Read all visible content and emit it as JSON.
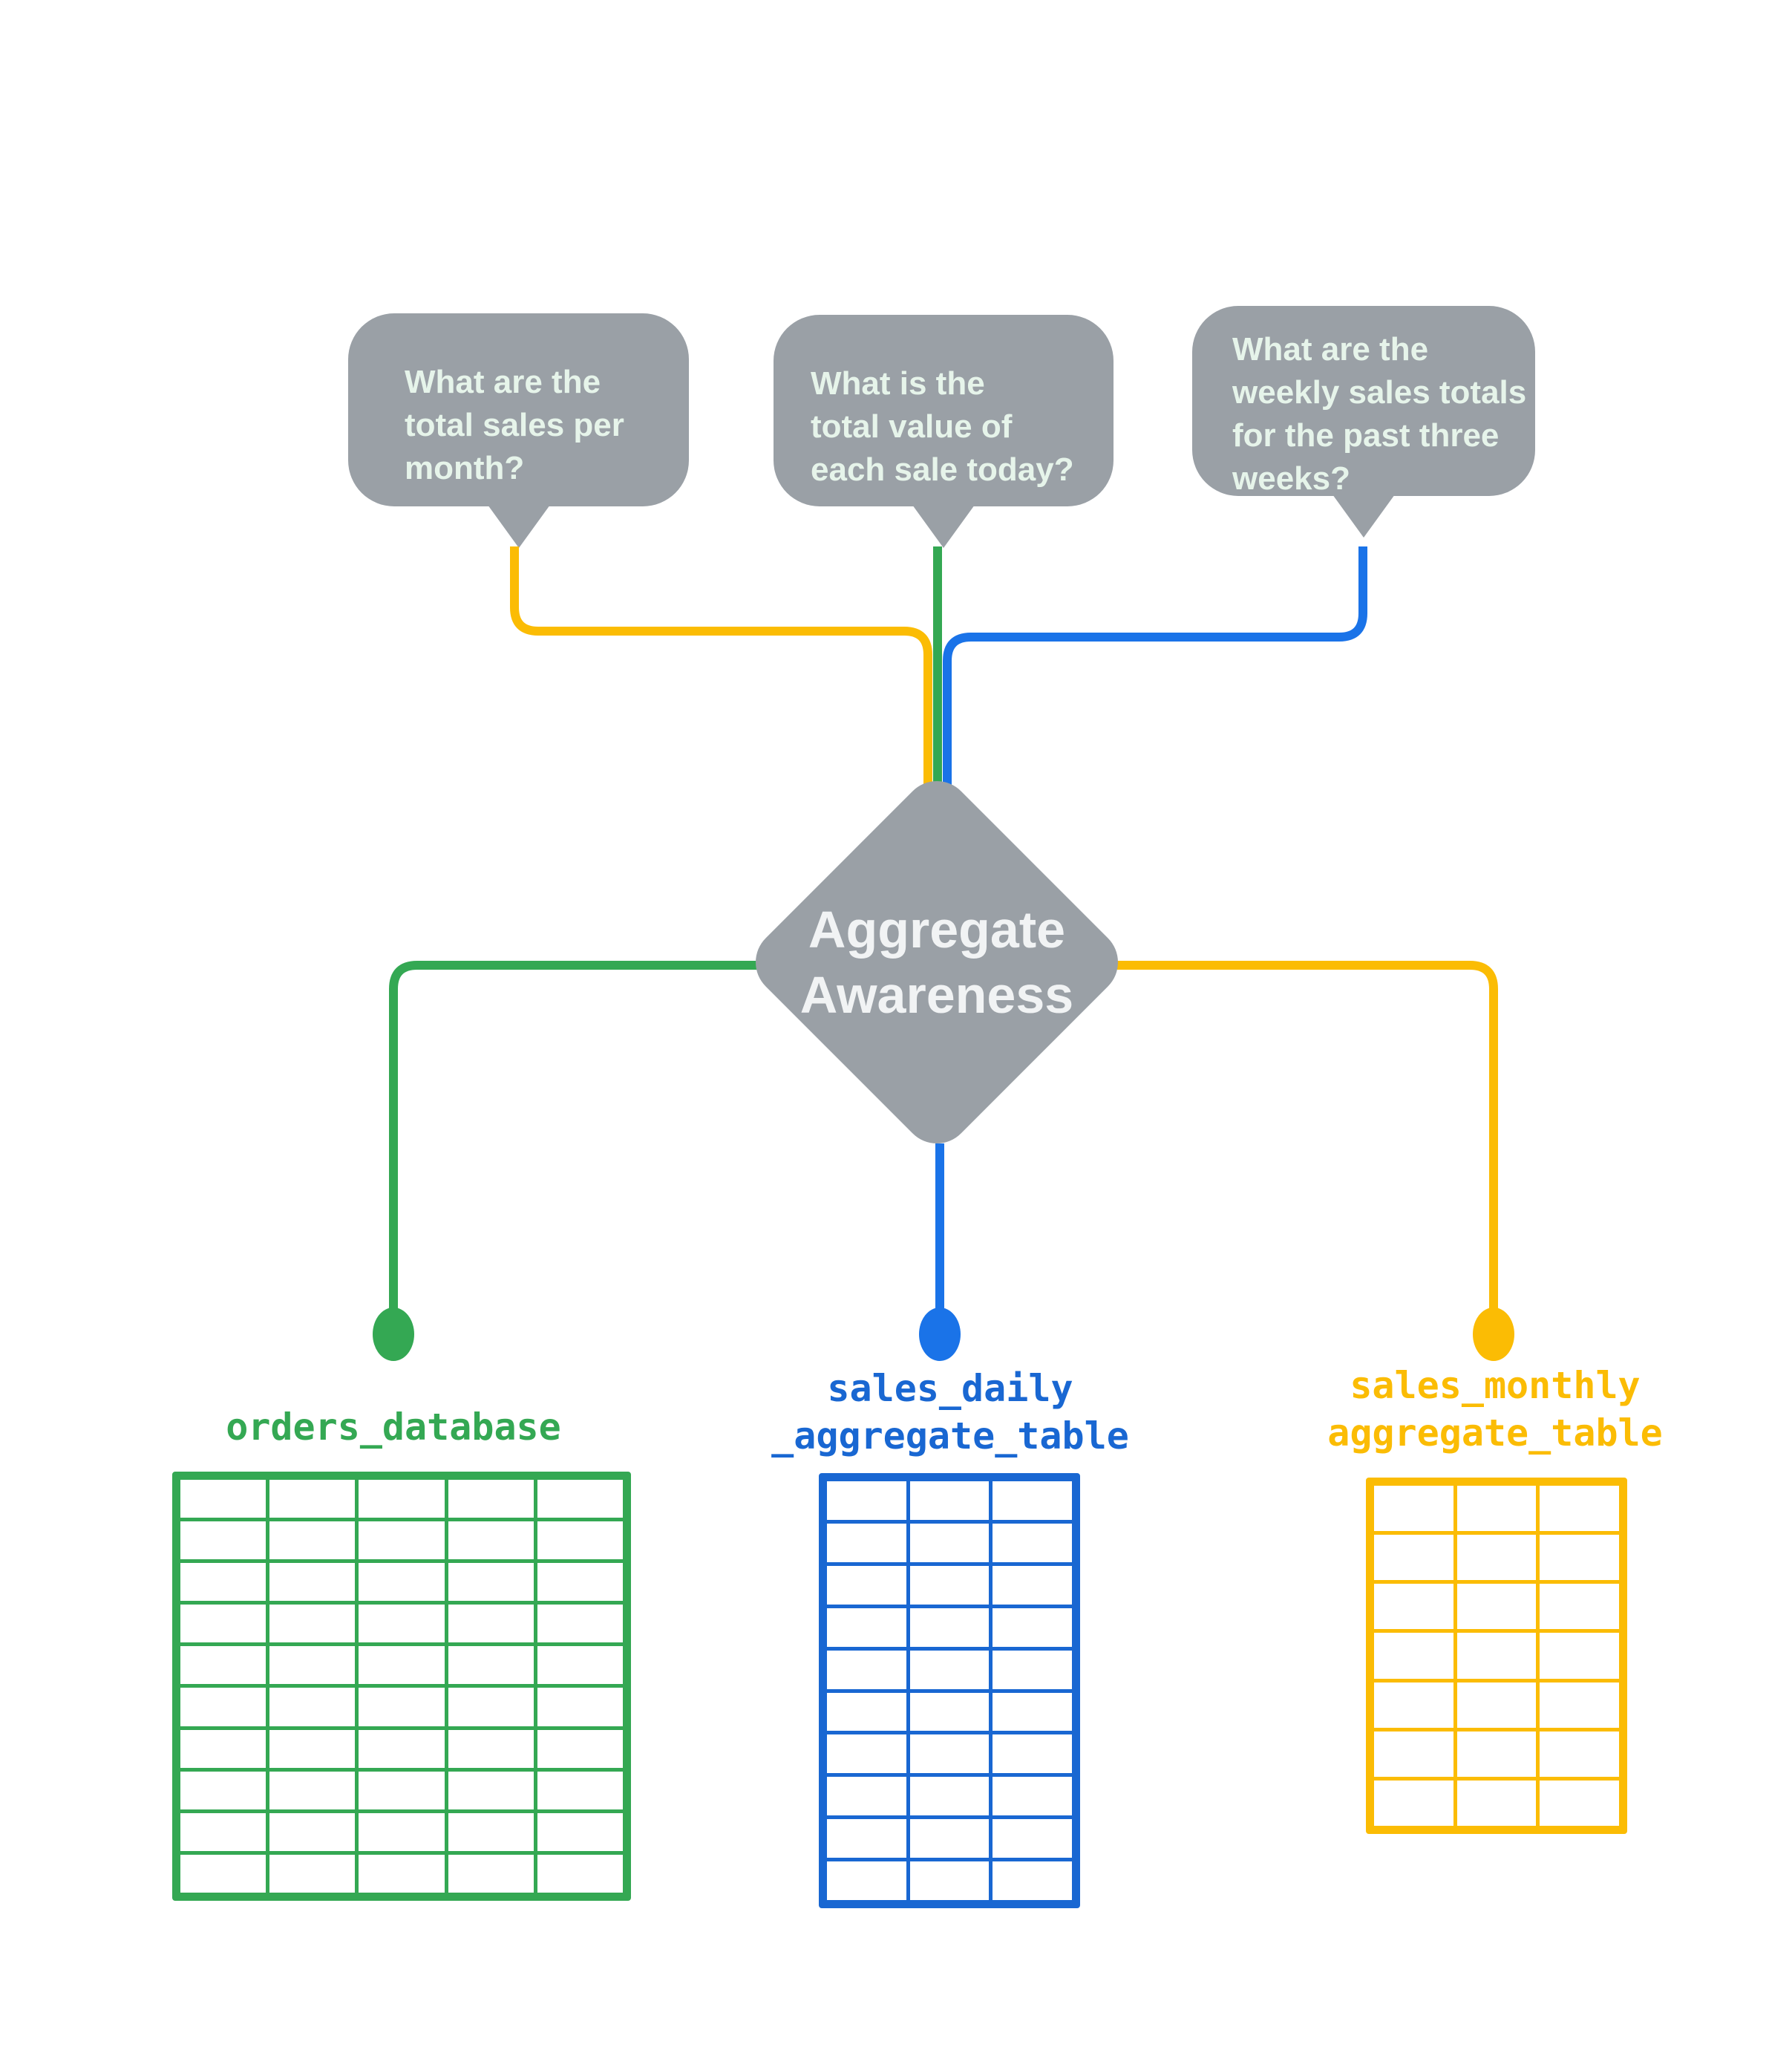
{
  "colors": {
    "gray": "#9AA0A6",
    "bubbleText": "#E6F4EA",
    "diamondText": "#F1F3F4",
    "green": "#34A853",
    "blue": "#1A73E8",
    "blueDark": "#1967D2",
    "yellow": "#FBBC04"
  },
  "bubbles": [
    {
      "text": "What are the\ntotal sales per\nmonth?",
      "connector_color": "#FBBC04"
    },
    {
      "text": "What is the\ntotal value of\neach sale today?",
      "connector_color": "#34A853"
    },
    {
      "text": "What are the\nweekly sales totals\nfor the past three\nweeks?",
      "connector_color": "#1A73E8"
    }
  ],
  "diamond": {
    "label": "Aggregate\nAwareness"
  },
  "tables": [
    {
      "label": "orders_database",
      "color": "#34A853",
      "columns": 5,
      "rows": 10
    },
    {
      "label": "sales_daily\n_aggregate_table",
      "color": "#1967D2",
      "columns": 3,
      "rows": 10
    },
    {
      "label": "sales_monthly\naggregate_table",
      "color": "#FBBC04",
      "columns": 3,
      "rows": 7
    }
  ]
}
